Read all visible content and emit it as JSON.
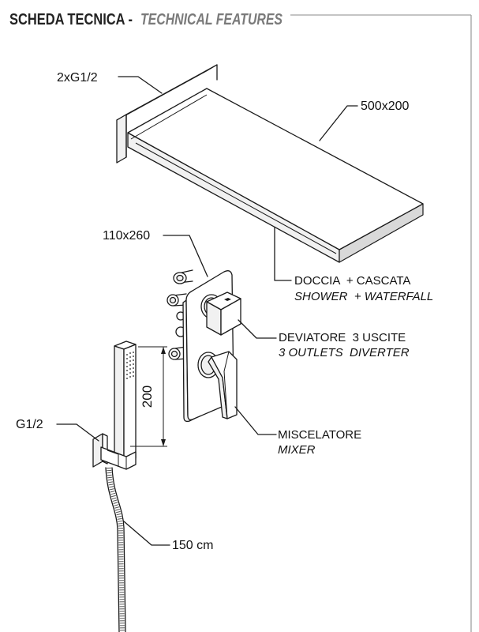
{
  "header": {
    "title": "SCHEDA TECNICA -",
    "subtitle": "TECHNICAL FEATURES"
  },
  "labels": {
    "spout_inlets": "2xG1/2",
    "spout_size": "500x200",
    "plate_size": "110x260",
    "outlet_it": "DOCCIA  + CASCATA",
    "outlet_en": "SHOWER  + WATERFALL",
    "diverter_it": "DEVIATORE  3 USCITE",
    "diverter_en": "3 OUTLETS  DIVERTER",
    "hand_shower_height": "200",
    "bracket_inlet": "G1/2",
    "mixer_it": "MISCELATORE",
    "mixer_en": "MIXER",
    "hose_length": "150 cm"
  },
  "colors": {
    "title": "#222222",
    "subtitle": "#7a7a7a",
    "rule": "#a0a0a0",
    "line": "#1a1a1a"
  }
}
